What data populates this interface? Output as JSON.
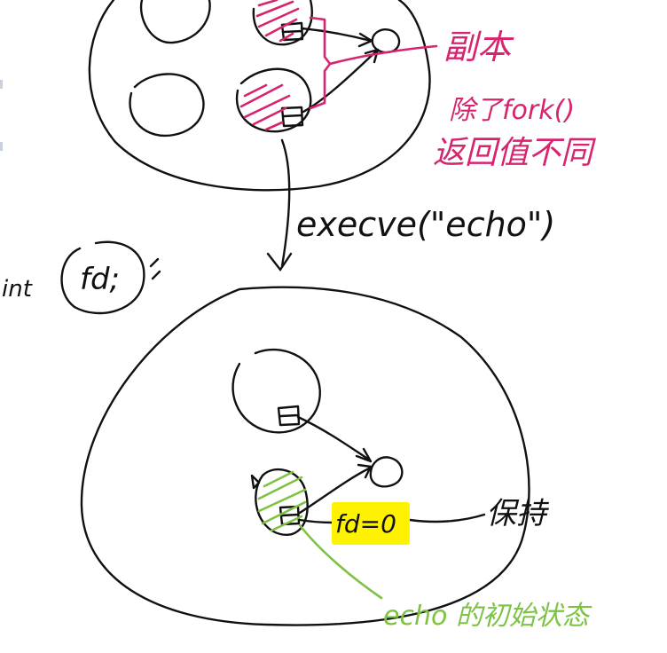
{
  "colors": {
    "ink": "#111111",
    "magenta": "#d6246e",
    "green": "#7dc242",
    "highlight": "#fff200"
  },
  "labels": {
    "fuben": "副本",
    "chule_fork": "除了fork()",
    "fanhuizhi": "返回值不同",
    "execve": "execve(\"echo\")",
    "fd_left_prefix": "int",
    "fd_left": "fd;",
    "fd_eq": "fd=0",
    "baochi": "保持",
    "echo_state": "echo 的初始状态"
  }
}
